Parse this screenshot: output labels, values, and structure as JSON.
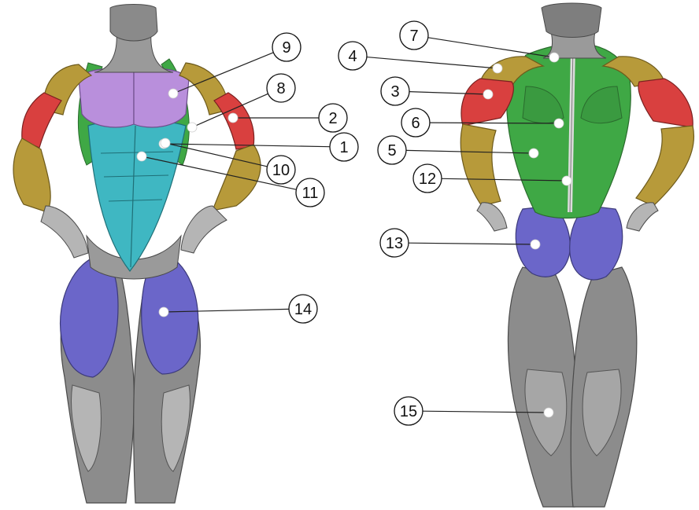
{
  "figure": {
    "colors": {
      "skin_gray": "#9a9a9a",
      "skin_dark": "#5e5e5e",
      "pectorals": "#b98fdc",
      "abdominals": "#3fb7c2",
      "deltoids": "#b79a3a",
      "biceps_triceps": "#d9403f",
      "lats_traps": "#3fa845",
      "glutes_quads": "#6b66c9",
      "marker_dot": "#ffffff",
      "callout_line": "#222222"
    },
    "callouts": [
      {
        "id": "1",
        "label": "1"
      },
      {
        "id": "2",
        "label": "2"
      },
      {
        "id": "3",
        "label": "3"
      },
      {
        "id": "4",
        "label": "4"
      },
      {
        "id": "5",
        "label": "5"
      },
      {
        "id": "6",
        "label": "6"
      },
      {
        "id": "7",
        "label": "7"
      },
      {
        "id": "8",
        "label": "8"
      },
      {
        "id": "9",
        "label": "9"
      },
      {
        "id": "10",
        "label": "10"
      },
      {
        "id": "11",
        "label": "11"
      },
      {
        "id": "12",
        "label": "12"
      },
      {
        "id": "13",
        "label": "13"
      },
      {
        "id": "14",
        "label": "14"
      },
      {
        "id": "15",
        "label": "15"
      }
    ]
  }
}
